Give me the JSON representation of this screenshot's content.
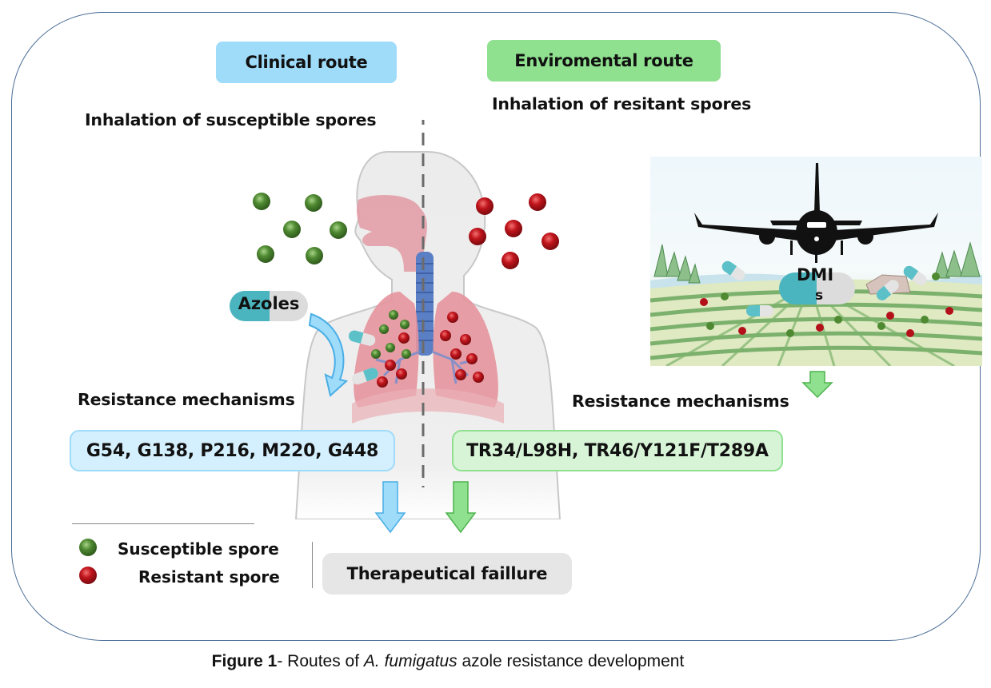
{
  "figure": {
    "clinical_route_label": "Clinical route",
    "environmental_route_label": "Enviromental route",
    "clinical_inhalation_text": "Inhalation of susceptible spores",
    "environmental_inhalation_text": "Inhalation of resitant spores",
    "azoles_pill_label": "Azoles",
    "dmis_pill_label_line1": "DMI",
    "dmis_pill_label_line2": "s",
    "clinical_mechanisms_heading": "Resistance mechanisms",
    "environmental_mechanisms_heading": "Resistance mechanisms",
    "clinical_mutations": "G54, G138, P216, M220, G448",
    "environmental_mutations": "TR34/L98H, TR46/Y121F/T289A",
    "outcome_label": "Therapeutical faillure",
    "legend": {
      "susceptible_label": "Susceptible spore",
      "resistant_label": "Resistant spore"
    },
    "colors": {
      "clinical_accent": "#9fdcfa",
      "environmental_accent": "#8fe08f",
      "susceptible_spore": "#3f7a2a",
      "resistant_spore": "#b3101a",
      "frame_border": "#4a6d96",
      "outcome_bg": "#e6e6e6"
    }
  },
  "caption": {
    "label": "Figure 1",
    "text_before_italic": "- Routes of ",
    "italic_text": "A. fumigatus",
    "text_after_italic": " azole resistance development"
  }
}
